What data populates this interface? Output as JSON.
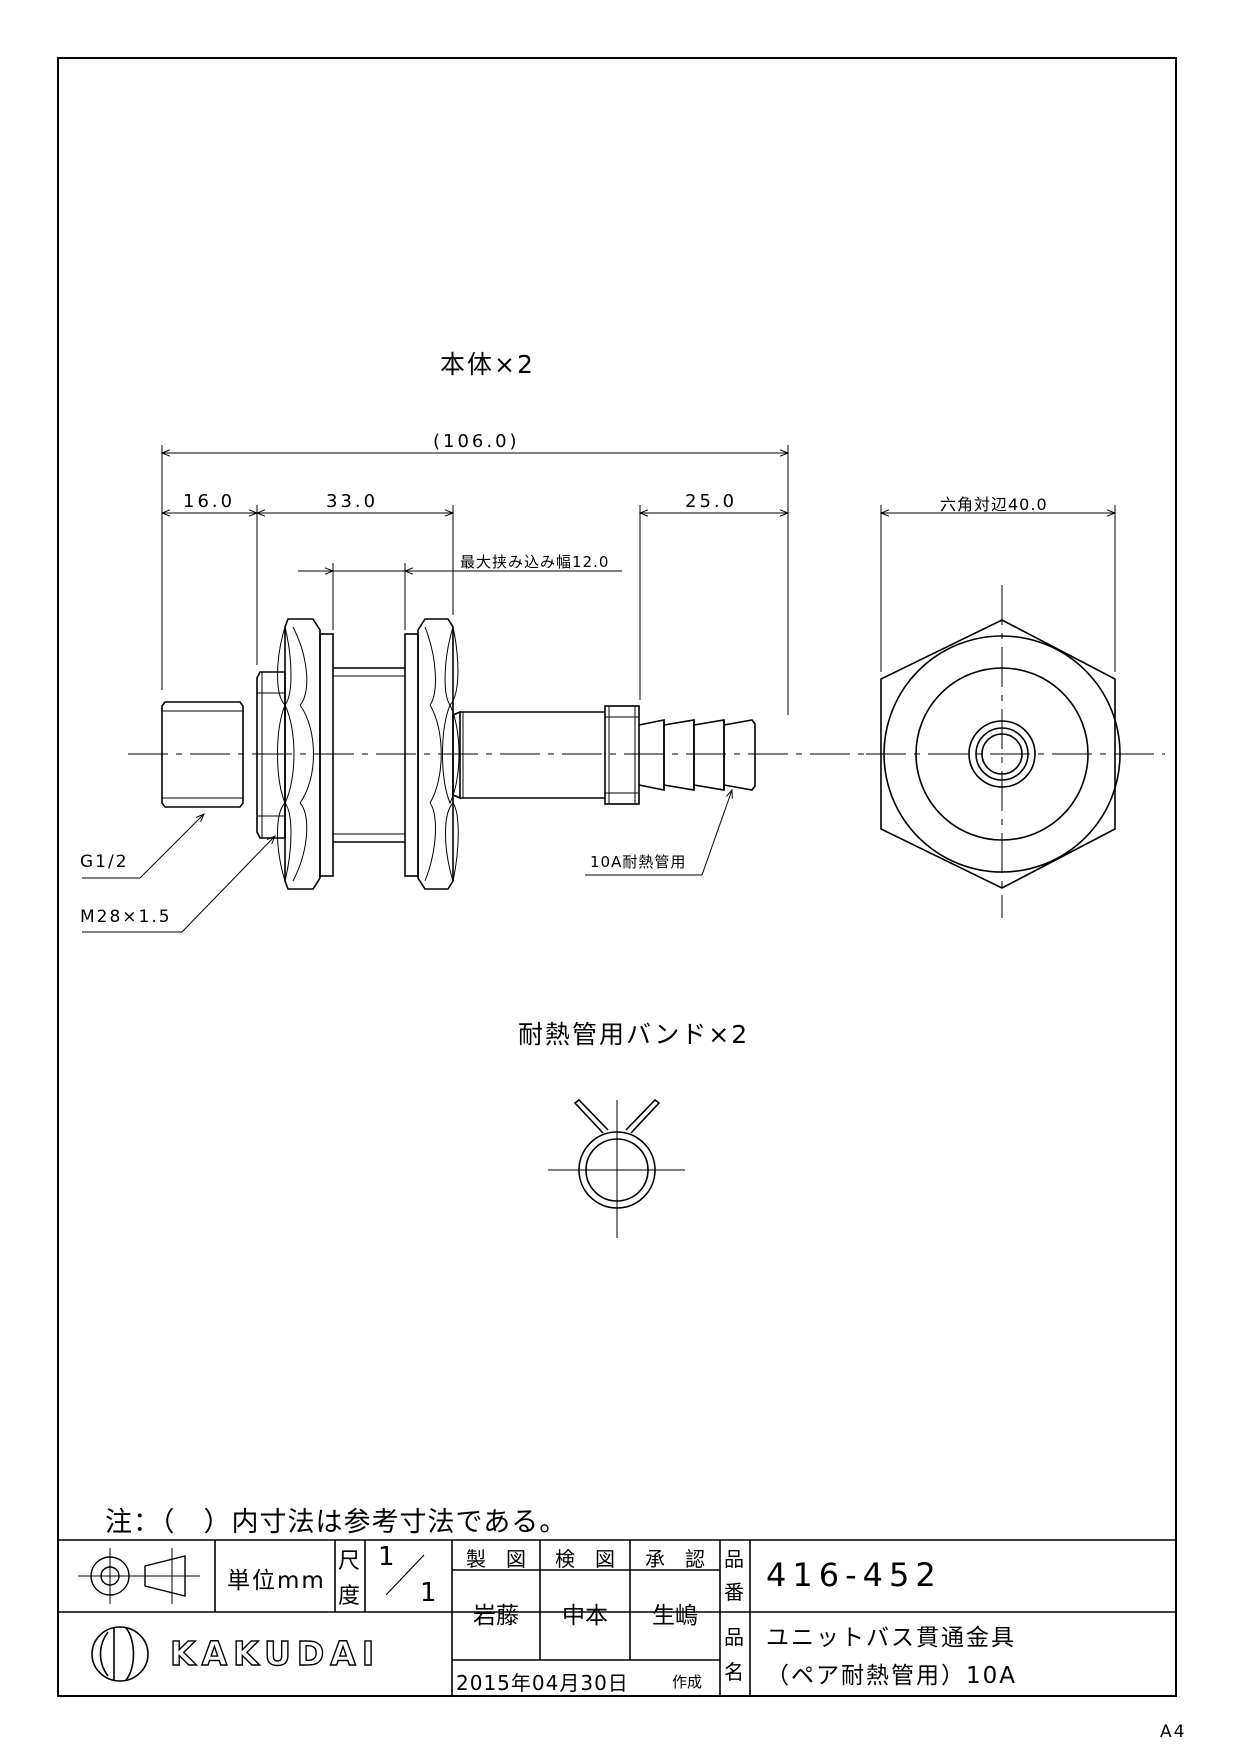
{
  "views": {
    "body_title": "本体×2",
    "band_title": "耐熱管用バンド×2"
  },
  "dimensions": {
    "overall": "(106.0)",
    "thread_length": "16.0",
    "body_length": "33.0",
    "hose_length": "25.0",
    "clamp_width": "最大挟み込み幅12.0",
    "hex_across_flats": "六角対辺40.0"
  },
  "callouts": {
    "thread": "G1/2",
    "body_thread": "M28×1.5",
    "hose": "10A耐熱管用"
  },
  "note": "注：（　）内寸法は参考寸法である。",
  "title_block": {
    "unit_label": "単位mm",
    "scale_label_1": "尺",
    "scale_label_2": "度",
    "scale_top": "1",
    "scale_bottom": "1",
    "drawn_label": "製　図",
    "checked_label": "検　図",
    "approved_label": "承　認",
    "drawn_by": "岩藤",
    "checked_by": "中本",
    "approved_by": "生嶋",
    "part_no_label_1": "品",
    "part_no_label_2": "番",
    "part_no": "416-452",
    "part_name_label_1": "品",
    "part_name_label_2": "名",
    "part_name_1": "ユニットバス貫通金具",
    "part_name_2": "（ペア耐熱管用）10A",
    "company": "KAKUDAI",
    "date": "2015年04月30日",
    "created_label": "作成"
  },
  "sheet_size": "A4"
}
